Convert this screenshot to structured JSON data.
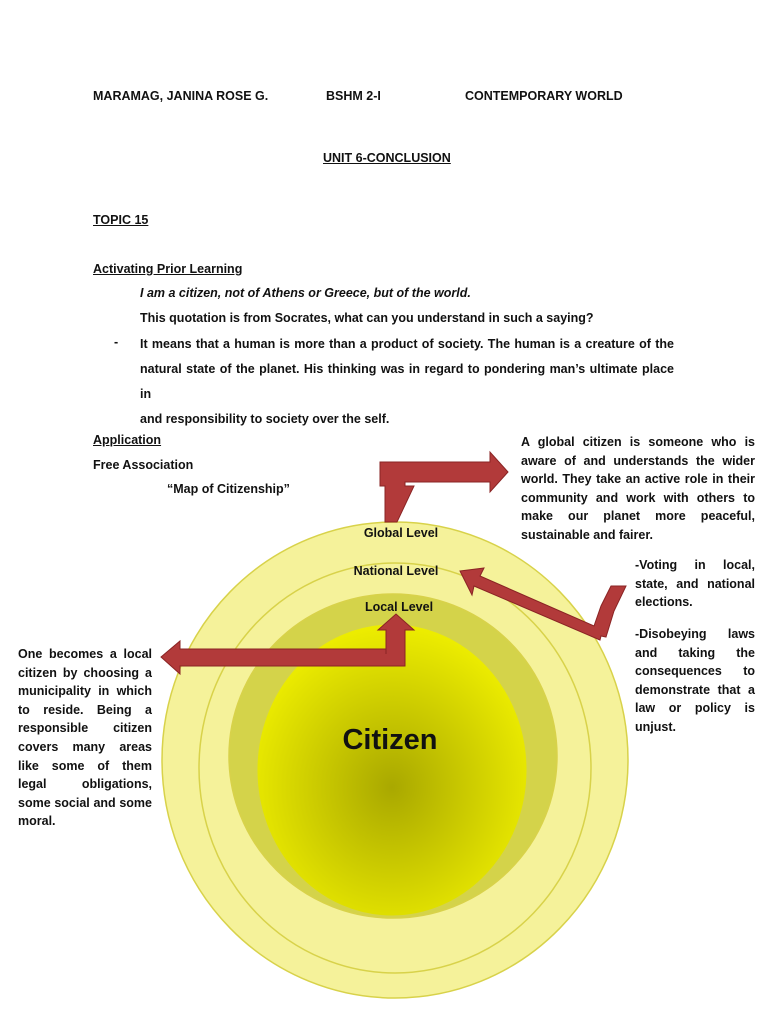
{
  "header": {
    "student_name": "MARAMAG, JANINA ROSE G.",
    "course": "BSHM 2-I",
    "subject": "CONTEMPORARY WORLD"
  },
  "unit_title": "UNIT 6-CONCLUSION",
  "topic": "TOPIC 15",
  "prior_learning": {
    "heading": "Activating Prior Learning",
    "quote": "I am a citizen, not of Athens or Greece, but of the world.",
    "question": "This quotation is from Socrates, what can you understand in such a saying?",
    "answer_bullet": "-",
    "answer_lines": [
      "It means that a human is more than a product of society. The human is a creature of the",
      "natural state of the planet. His thinking was in regard to pondering man’s ultimate place in",
      "and responsibility to society over the self."
    ]
  },
  "application": {
    "heading": "Application",
    "subheading": "Free Association",
    "diagram_title": "“Map of Citizenship”"
  },
  "diagram": {
    "center": "Citizen",
    "levels": [
      "Global Level",
      "National Level",
      "Local Level"
    ],
    "global_note": "A global citizen is someone who is aware of and understands the wider world. They take an active role in their community and work with others to make our planet more peaceful, sustainable and fairer.",
    "national_notes": [
      "-Voting in local, state, and national elections.",
      "-Disobeying laws and taking the consequences to demonstrate that a law or policy is unjust."
    ],
    "local_note": "One becomes a local citizen by choosing a municipality in which to reside. Being a responsible citizen covers many areas like some of them legal obligations, some social and some moral.",
    "colors": {
      "outer_ring": "#f5f29a",
      "middle_ring": "#f5f29a",
      "inner_ring": "#d4d34a",
      "core_light": "#f0f000",
      "core_dark": "#a9a800",
      "ring_stroke": "#d8d24a",
      "arrow_fill": "#b23a3a",
      "arrow_stroke": "#8a2424"
    }
  }
}
